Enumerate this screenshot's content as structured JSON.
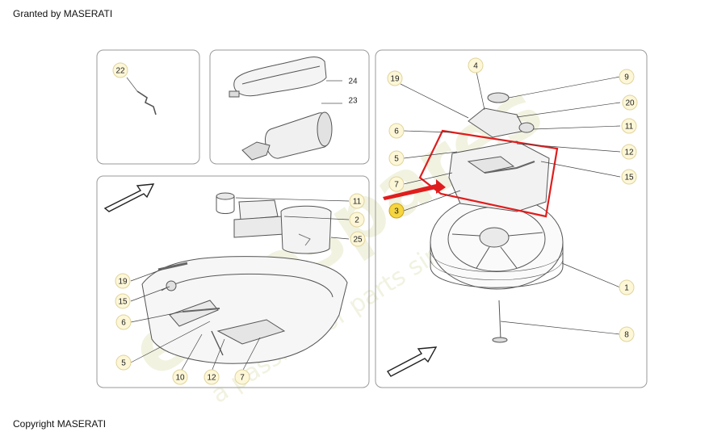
{
  "header_text": "Granted by MASERATI",
  "footer_text": "Copyright MASERATI",
  "watermark": {
    "brand": "eurospares",
    "tagline": "a passion for parts since 1985"
  },
  "colors": {
    "frame": "#9a9a9a",
    "callout_fill": "#fdf7d8",
    "callout_stroke": "#e0d49c",
    "highlight_fill": "#f5d540",
    "highlight_stroke": "#caa21a",
    "red_outline": "#e01d1d",
    "drawing": "#555555"
  },
  "panel_tl": {
    "callouts": [
      {
        "label": "22"
      }
    ]
  },
  "panel_tm": {
    "callouts": [
      {
        "label": "24"
      },
      {
        "label": "23"
      }
    ]
  },
  "panel_bl": {
    "callouts": [
      {
        "label": "11"
      },
      {
        "label": "2"
      },
      {
        "label": "25"
      },
      {
        "label": "19"
      },
      {
        "label": "15"
      },
      {
        "label": "6"
      },
      {
        "label": "5"
      },
      {
        "label": "10"
      },
      {
        "label": "12"
      },
      {
        "label": "7"
      }
    ]
  },
  "panel_r": {
    "callouts": [
      {
        "label": "19"
      },
      {
        "label": "4"
      },
      {
        "label": "9"
      },
      {
        "label": "20"
      },
      {
        "label": "6"
      },
      {
        "label": "11"
      },
      {
        "label": "12"
      },
      {
        "label": "5"
      },
      {
        "label": "15"
      },
      {
        "label": "7"
      },
      {
        "label": "3",
        "highlighted": true
      },
      {
        "label": "1"
      },
      {
        "label": "8"
      }
    ]
  }
}
